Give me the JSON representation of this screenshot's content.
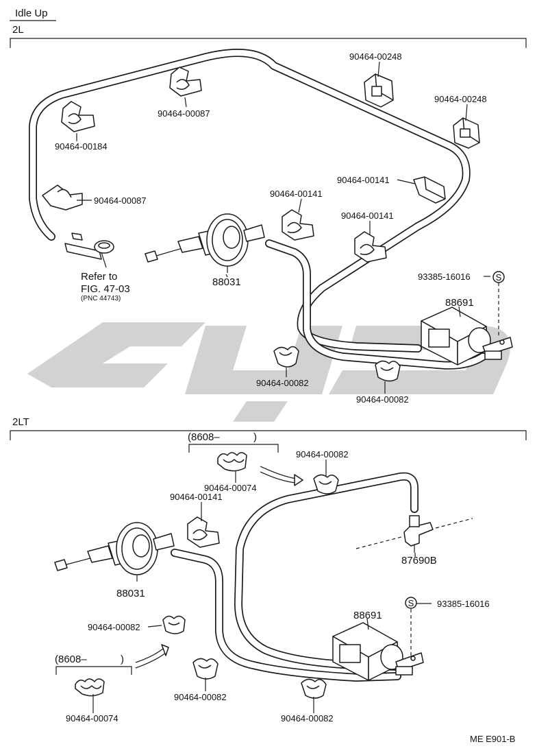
{
  "header": {
    "title": "Idle Up",
    "section_2l": "2L",
    "section_2lt": "2LT"
  },
  "footer": {
    "code": "ME E901-B"
  },
  "section_2l": {
    "labels": {
      "clip_00248_a": "90464-00248",
      "clip_00248_b": "90464-00248",
      "clip_00087_top": "90464-00087",
      "clip_00184": "90464-00184",
      "clip_00087_left": "90464-00087",
      "clip_00141_right": "90464-00141",
      "clip_00141_mid": "90464-00141",
      "clip_00141_low": "90464-00141",
      "refer_line1": "Refer to",
      "refer_line2": "FIG. 47-03",
      "refer_line3": "(PNC 44743)",
      "actuator": "88031",
      "washer": "93385-16016",
      "vsv": "88691",
      "clip_00082_left": "90464-00082",
      "clip_00082_right": "90464-00082"
    }
  },
  "section_2lt": {
    "labels": {
      "date_top": "(8608–",
      "date_top_close": ")",
      "clip_00074_top": "90464-00074",
      "clip_00082_top": "90464-00082",
      "clip_00141": "90464-00141",
      "actuator": "88031",
      "tee": "87690B",
      "washer": "93385-16016",
      "vsv": "88691",
      "clip_00082_left": "90464-00082",
      "date_bottom": "(8608–",
      "date_bottom_close": ")",
      "clip_00074_bottom": "90464-00074",
      "clip_00082_mid": "90464-00082",
      "clip_00082_bottom": "90464-00082"
    }
  },
  "icons": {
    "washer_symbol": "S",
    "watermark": "watermark-logo"
  }
}
